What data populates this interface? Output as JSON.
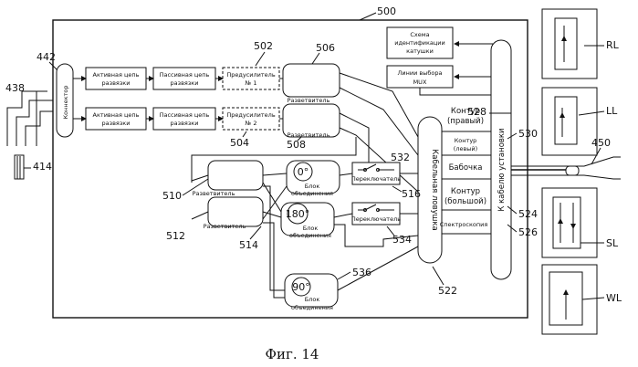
{
  "labels": {
    "n500": "500",
    "n442": "442",
    "n438": "438",
    "n414": "414",
    "n450": "450",
    "n502": "502",
    "n504": "504",
    "n506": "506",
    "n508": "508",
    "n510": "510",
    "n512": "512",
    "n514": "514",
    "n516": "516",
    "n522": "522",
    "n524": "524",
    "n526": "526",
    "n528": "528",
    "n530": "530",
    "n532": "532",
    "n534": "534",
    "n536": "536",
    "RL": "RL",
    "LL": "LL",
    "SL": "SL",
    "WL": "WL"
  },
  "blocks": {
    "connector": "Коннектор",
    "active1_l1": "Активная цепь",
    "active1_l2": "развязки",
    "active2_l1": "Активная цепь",
    "active2_l2": "развязки",
    "passive1_l1": "Пассивная цепь",
    "passive1_l2": "развязки",
    "passive2_l1": "Пассивная цепь",
    "passive2_l2": "развязки",
    "pre1_l1": "Предусилитель",
    "pre1_l2": "№ 1",
    "pre2_l1": "Предусилитель",
    "pre2_l2": "№ 2",
    "splitter1": "Разветвитель",
    "splitter2": "Разветвитель",
    "splitter3": "Разветвитель",
    "splitter4": "Разветвитель",
    "coil_id_l1": "Схема",
    "coil_id_l2": "идентификации",
    "coil_id_l3": "катушки",
    "mux_l1": "Линии выбора",
    "mux_l2": "MUX",
    "combiner0_angle": "0°",
    "combiner0_l1": "Блок",
    "combiner0_l2": "объединения",
    "combiner180_angle": "180°",
    "combiner180_l1": "Блок",
    "combiner180_l2": "объединения",
    "combiner90_angle": "90°",
    "combiner90_l1": "Блок",
    "combiner90_l2": "объединения",
    "switch1": "Переключатель",
    "switch2": "Переключатель",
    "cable_trap": "Кабельная ловушка",
    "to_cable": "К кабелю установки",
    "contour_right_l1": "Контур",
    "contour_right_l2": "(правый)",
    "contour_left_l1": "Контур",
    "contour_left_l2": "(левый)",
    "butterfly": "Бабочка",
    "contour_big_l1": "Контур",
    "contour_big_l2": "(большой)",
    "spectroscopy": "Спектроскопия"
  },
  "caption": "Фиг. 14"
}
